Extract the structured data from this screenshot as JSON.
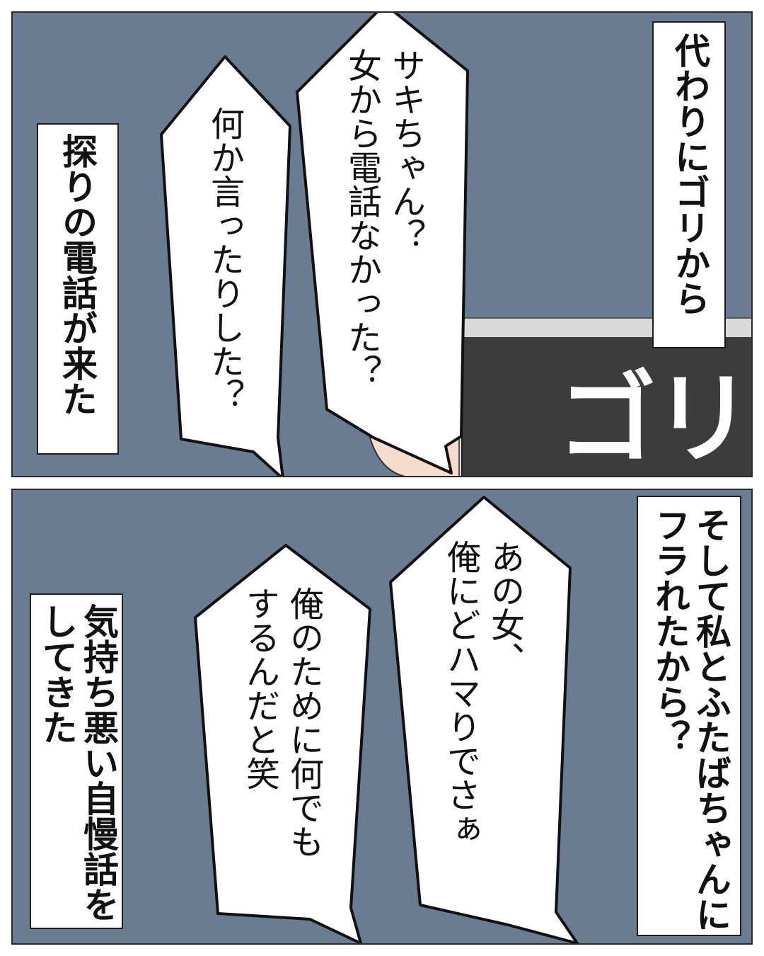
{
  "panel1": {
    "narration_right": "代わりにゴリから",
    "narration_left": "探りの電話が来た",
    "speech_1": "サキちゃん？\n女から電話なかった？",
    "speech_2": "何か言ったりした？",
    "caller_name": "ゴリ"
  },
  "panel2": {
    "narration_right": "そして私とふたばちゃんに\nフラれたから？",
    "narration_left": "気持ち悪い自慢話を\nしてきた",
    "speech_1": "あの女、\n俺にどハマりでさぁ",
    "speech_2": "俺のために何でも\nするんだと笑"
  },
  "colors": {
    "panel_background": "#697c92",
    "bubble_fill": "#ffffff",
    "outline": "#111111",
    "phone_screen": "#3c3c3c"
  }
}
